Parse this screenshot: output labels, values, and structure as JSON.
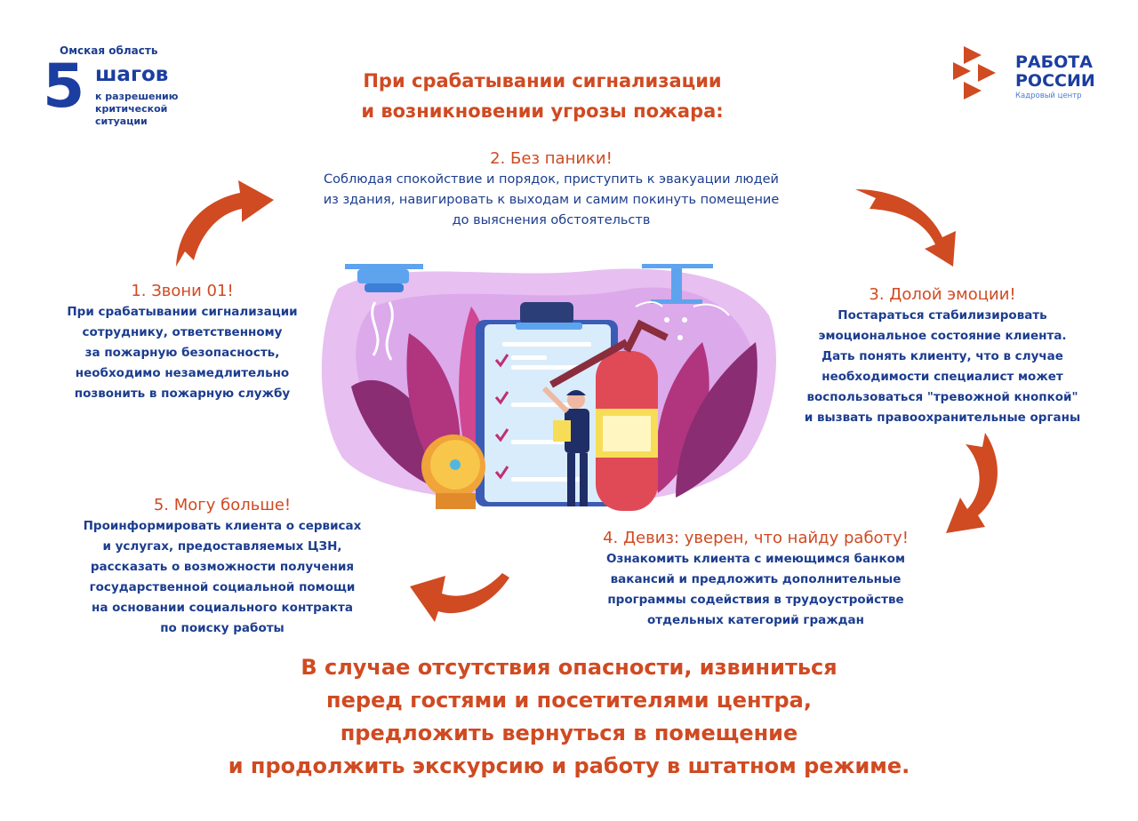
{
  "brand": {
    "region": "Омская область",
    "number": "5",
    "steps_word": "шагов",
    "subtitle_lines": [
      "к разрешению",
      "критической",
      "ситуации"
    ]
  },
  "logo": {
    "line1": "РАБОТА",
    "line2": "РОССИИ",
    "sub": "Кадровый центр",
    "icon": "triangle-arrows-logo-icon",
    "color": "#d04a22"
  },
  "title": {
    "line1": "При срабатывании  сигнализации",
    "line2": "и возникновении угрозы пожара:"
  },
  "steps": [
    {
      "title": "1. Звони 01!",
      "lines": [
        "При срабатывании сигнализации",
        "сотруднику, ответственному",
        "за пожарную безопасность,",
        "необходимо незамедлительно",
        "позвонить  в пожарную службу"
      ]
    },
    {
      "title": "2. Без паники!",
      "lines": [
        "Соблюдая спокойствие и порядок, приступить к эвакуации людей",
        "из здания, навигировать к выходам и самим покинуть помещение",
        "до выяснения обстоятельств"
      ]
    },
    {
      "title": "3. Долой эмоции!",
      "lines": [
        "Постараться стабилизировать",
        "эмоциональное состояние клиента.",
        "Дать понять клиенту, что в случае",
        "необходимости  специалист может",
        "воспользоваться  \"тревожной кнопкой\"",
        "и вызвать правоохранительные органы"
      ]
    },
    {
      "title": "4. Девиз: уверен, что найду работу!",
      "lines": [
        "Ознакомить клиента с имеющимся банком",
        "вакансий и предложить дополнительные",
        "программы содействия в трудоустройстве",
        "отдельных категорий граждан"
      ]
    },
    {
      "title": "5. Могу больше!",
      "lines": [
        "Проинформировать клиента  о сервисах",
        "и услугах, предоставляемых ЦЗН,",
        "рассказать о  возможности получения",
        "государственной социальной помощи",
        "на основании социального контракта",
        "по поиску работы"
      ]
    }
  ],
  "footer": {
    "lines": [
      "В случае отсутствия опасности, извиниться",
      "перед гостями и посетителями центра,",
      "предложить вернуться в помещение",
      "и продолжить экскурсию и работу в штатном режиме."
    ]
  },
  "illustration": {
    "description": "fire-safety-illustration",
    "colors": {
      "bg": "#e2b3ef",
      "leaf": "#b0357e",
      "clipboard": "#d9ecfb",
      "extinguisher": "#e04a57",
      "bell": "#f0a43a"
    }
  }
}
